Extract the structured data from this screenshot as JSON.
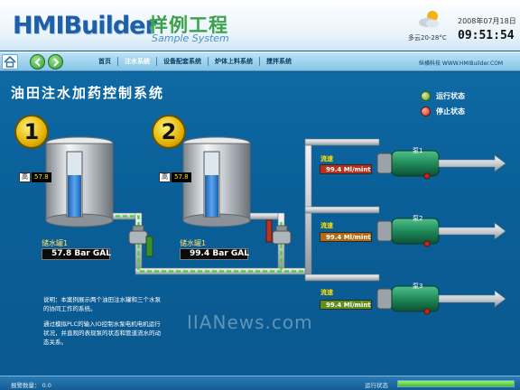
{
  "header": {
    "logo_text": "HMIBuilder",
    "logo_cn": "样例工程",
    "logo_sub": "Sample System",
    "weather_text": "多云20-28°C",
    "date": "2008年07月18日",
    "time": "09:51:54"
  },
  "nav": {
    "items": [
      "首页",
      "注水系统",
      "设备配套系统",
      "炉体上料系统",
      "搅拌系统"
    ],
    "active_index": 1,
    "company": "纵横科技  WWW.HMIBuilder.COM"
  },
  "page": {
    "title": "油田注水加药控制系统"
  },
  "legend": {
    "running": "运行状态",
    "stopped": "停止状态"
  },
  "tanks": [
    {
      "number": "1",
      "high_label": "高",
      "high_value": "57.8",
      "label": "储水罐1",
      "display": "57.8   Bar GAL",
      "level": 0.65
    },
    {
      "number": "2",
      "high_label": "高",
      "high_value": "57.8",
      "label": "储水罐1",
      "display": "99.4   Bar GAL",
      "level": 0.65
    }
  ],
  "pumps": [
    {
      "flow_label": "流速",
      "flow_value": "99.4  Ml/mint",
      "name": "泵1"
    },
    {
      "flow_label": "流速",
      "flow_value": "99.4  Ml/mint",
      "name": "泵2"
    },
    {
      "flow_label": "流速",
      "flow_value": "99.4  Ml/mint",
      "name": "泵3"
    }
  ],
  "description": {
    "p1": "说明：本案例展示两个油田注水罐和三个水泵的协同工作的系统。",
    "p2": "通过模拟PLC的输入IO控制水泵电机电机运行状况，并直观的表现泵的状态和管道流水的动态关系。"
  },
  "watermark": "IIANews.com",
  "status": {
    "alarm_label": "报警数量：  0.0",
    "run_label": "运行状态",
    "run_progress": 1.0
  },
  "colors": {
    "background": "#0a5f98",
    "pipe": "#d8dde2",
    "flow": "#3fd23a",
    "tank_fluid": "#2f7dd0",
    "motor": "#1f8a5a"
  }
}
